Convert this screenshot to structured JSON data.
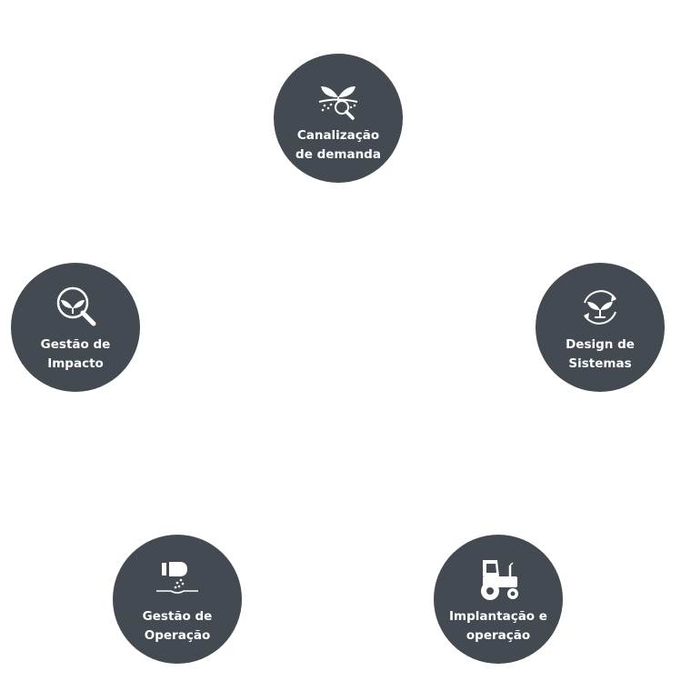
{
  "colors": {
    "node_fill": "#434a51",
    "icon_color": "#ffffff",
    "text_color": "#ffffff",
    "background": "#ffffff"
  },
  "nodes": [
    {
      "id": "canalizacao",
      "label_line1": "Canalização",
      "label_line2": "de demanda",
      "icon": "plant-magnifier-icon"
    },
    {
      "id": "design",
      "label_line1": "Design de",
      "label_line2": "Sistemas",
      "icon": "plant-cycle-icon"
    },
    {
      "id": "implantacao",
      "label_line1": "Implantação e",
      "label_line2": "operação",
      "icon": "tractor-icon"
    },
    {
      "id": "operacao",
      "label_line1": "Gestão de",
      "label_line2": "Operação",
      "icon": "seed-spreader-icon"
    },
    {
      "id": "impacto",
      "label_line1": "Gestão de",
      "label_line2": "Impacto",
      "icon": "leaf-magnifier-icon"
    }
  ]
}
